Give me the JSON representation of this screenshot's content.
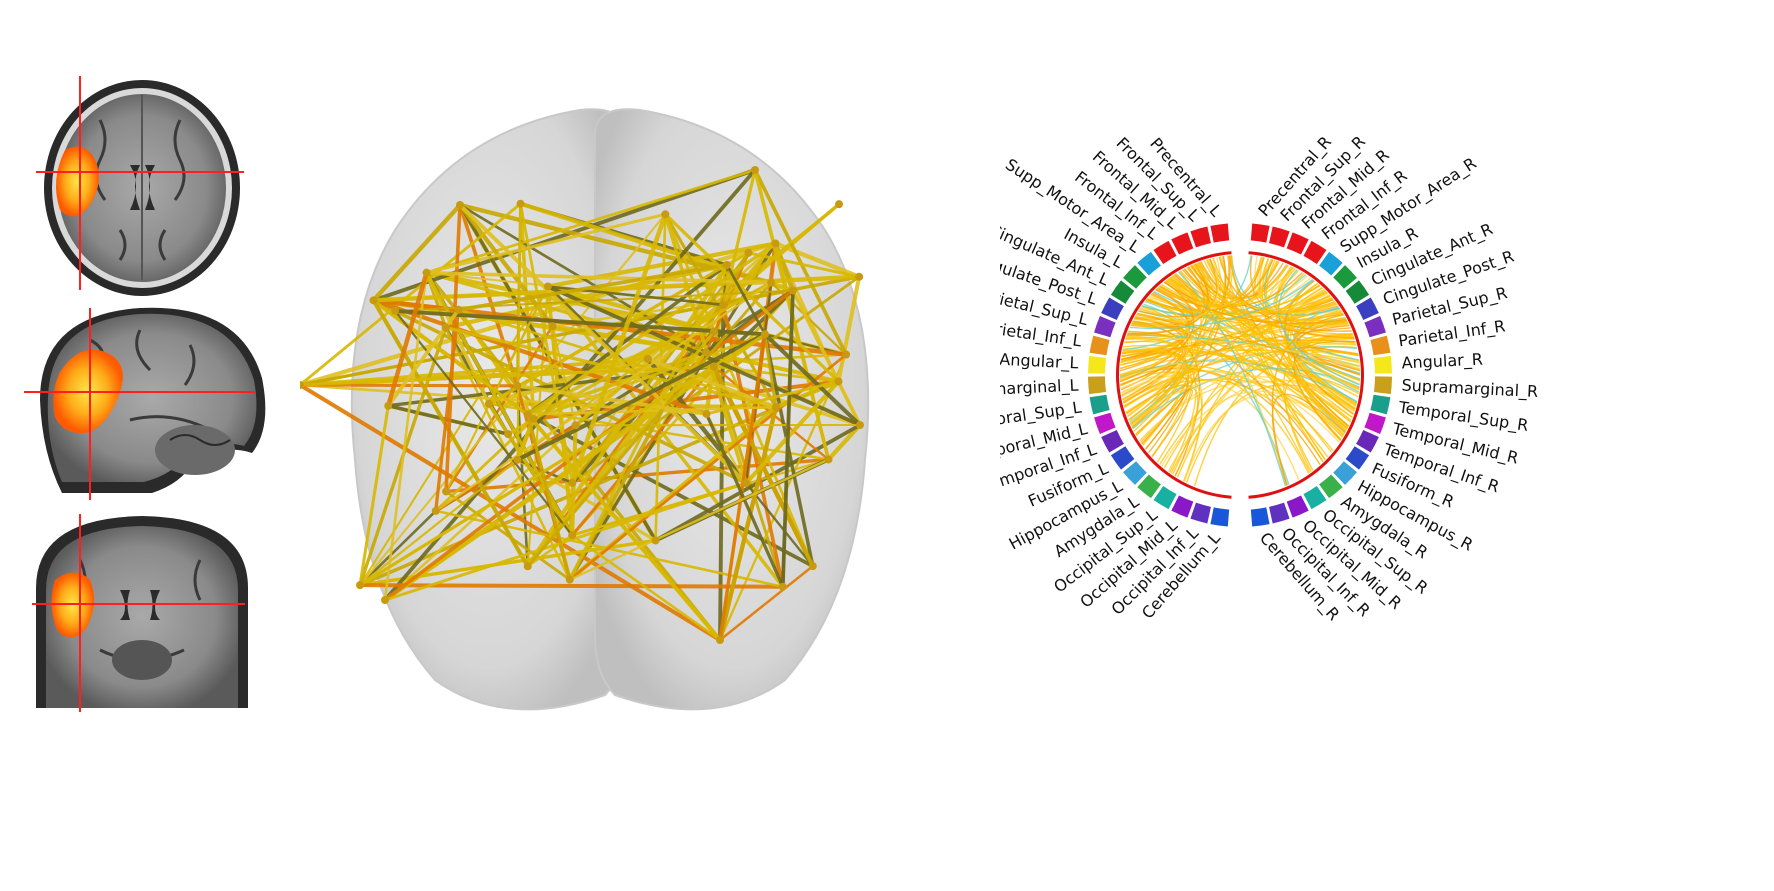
{
  "colors": {
    "crosshair": "#ff1f1f",
    "activation_hot": "#ffd21a",
    "activation_warm": "#ff7a00",
    "brain_surface": "#d9d9d9",
    "edge_yellow": "#d8b800",
    "edge_orange": "#e07a00",
    "edge_dark": "#6e6a1f",
    "chord_link": "#ffc000",
    "chord_link_alt": "#f5a300",
    "chord_link_cyan": "#66d0c8",
    "chord_inner_ring": "#e01010"
  },
  "slices": {
    "views": [
      "axial",
      "sagittal",
      "coronal"
    ]
  },
  "chord": {
    "left_labels": [
      "Precentral_L",
      "Frontal_Sup_L",
      "Frontal_Mid_L",
      "Frontal_Inf_L",
      "Supp_Motor_Area_L",
      "Insula_L",
      "Cingulate_Ant_L",
      "Cingulate_Post_L",
      "Parietal_Sup_L",
      "Parietal_Inf_L",
      "Angular_L",
      "Supramarginal_L",
      "Temporal_Sup_L",
      "Temporal_Mid_L",
      "Temporal_Inf_L",
      "Fusiform_L",
      "Hippocampus_L",
      "Amygdala_L",
      "Occipital_Sup_L",
      "Occipital_Mid_L",
      "Occipital_Inf_L",
      "Cerebellum_L"
    ],
    "right_labels": [
      "Precentral_R",
      "Frontal_Sup_R",
      "Frontal_Mid_R",
      "Frontal_Inf_R",
      "Supp_Motor_Area_R",
      "Insula_R",
      "Cingulate_Ant_R",
      "Cingulate_Post_R",
      "Parietal_Sup_R",
      "Parietal_Inf_R",
      "Angular_R",
      "Supramarginal_R",
      "Temporal_Sup_R",
      "Temporal_Mid_R",
      "Temporal_Inf_R",
      "Fusiform_R",
      "Hippocampus_R",
      "Amygdala_R",
      "Occipital_Sup_R",
      "Occipital_Mid_R",
      "Occipital_Inf_R",
      "Cerebellum_R"
    ],
    "segment_colors": [
      "#e8141c",
      "#e8141c",
      "#e8141c",
      "#e8141c",
      "#1aa0d8",
      "#1a9a3c",
      "#178a3a",
      "#3a3fbf",
      "#7a2fbf",
      "#e8901c",
      "#f4e81a",
      "#c8a01c",
      "#1aa08a",
      "#c018c8",
      "#6a28b8",
      "#2a4ac8",
      "#3aa0d8",
      "#3ab04a",
      "#18b0a0",
      "#8a18c8",
      "#6030c0",
      "#1858d8"
    ]
  }
}
